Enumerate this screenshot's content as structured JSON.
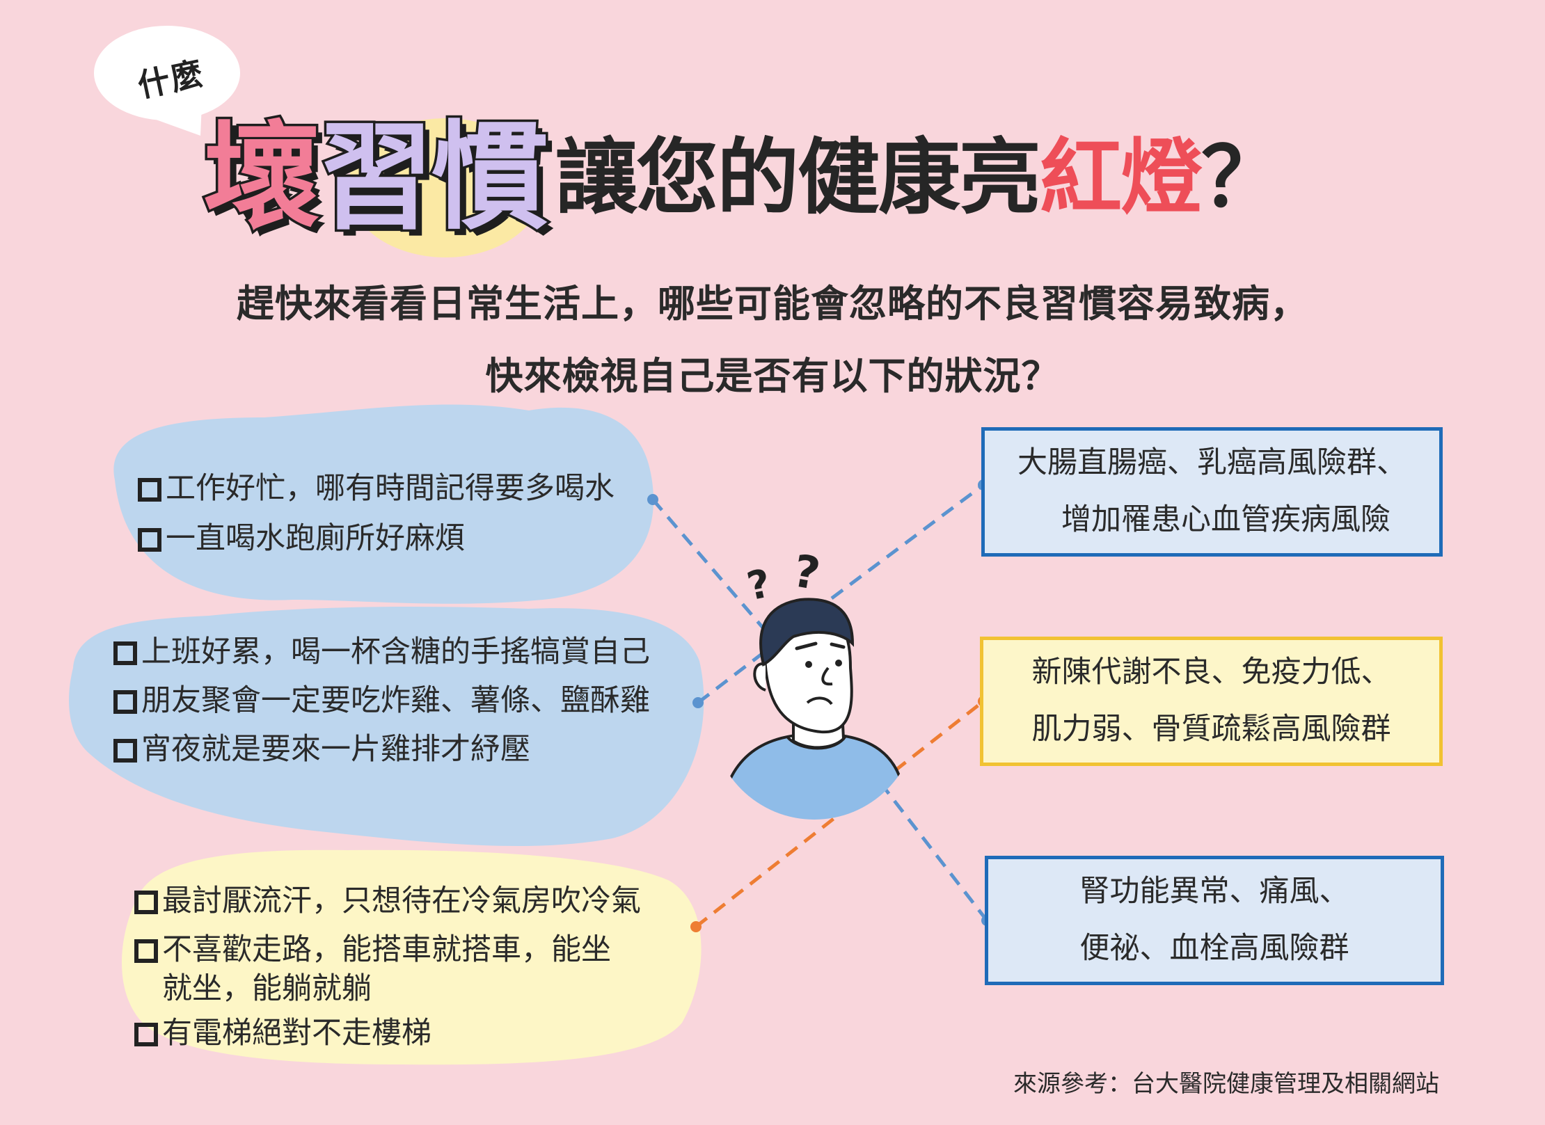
{
  "badge": "什麼",
  "title": {
    "word1": "壞",
    "word2": "習慣",
    "middle": "讓您的健康亮",
    "highlight": "紅燈",
    "end": "？"
  },
  "subtitle": {
    "line1": "趕快來看看日常生活上，哪些可能會忽略的不良習慣容易致病，",
    "line2": "快來檢視自己是否有以下的狀況？"
  },
  "habits": {
    "group1": [
      "工作好忙，哪有時間記得要多喝水",
      "一直喝水跑廁所好麻煩"
    ],
    "group2": [
      "上班好累，喝一杯含糖的手搖犒賞自己",
      "朋友聚會一定要吃炸雞、薯條、鹽酥雞",
      "宵夜就是要來一片雞排才紓壓"
    ],
    "group3": {
      "item1": "最討厭流汗，只想待在冷氣房吹冷氣",
      "item2_line1": "不喜歡走路，能搭車就搭車，能坐",
      "item2_line2": "就坐，能躺就躺",
      "item3": "有電梯絕對不走樓梯"
    }
  },
  "risks": {
    "risk1": [
      "大腸直腸癌、乳癌高風險群、",
      "增加罹患心血管疾病風險"
    ],
    "risk2": [
      "新陳代謝不良、免疫力低、",
      "肌力弱、骨質疏鬆高風險群"
    ],
    "risk3": [
      "腎功能異常、痛風、",
      "便祕、血栓高風險群"
    ]
  },
  "source": "來源參考：台大醫院健康管理及相關網站",
  "colors": {
    "background": "#f9d6dc",
    "blob_blue": "#bdd6ee",
    "blob_yellow": "#fdf6c6",
    "line_blue": "#5b93cf",
    "line_orange": "#ee7d33",
    "title_pink": "#f27d97",
    "title_lavender": "#cfc0ef",
    "title_red": "#ee4e58",
    "box_blue_border": "#1f6bb8",
    "box_yellow_border": "#f1c232"
  },
  "icons": [
    "speech-bubble-icon",
    "question-mark-icon",
    "confused-person-icon",
    "checkbox-icon"
  ]
}
